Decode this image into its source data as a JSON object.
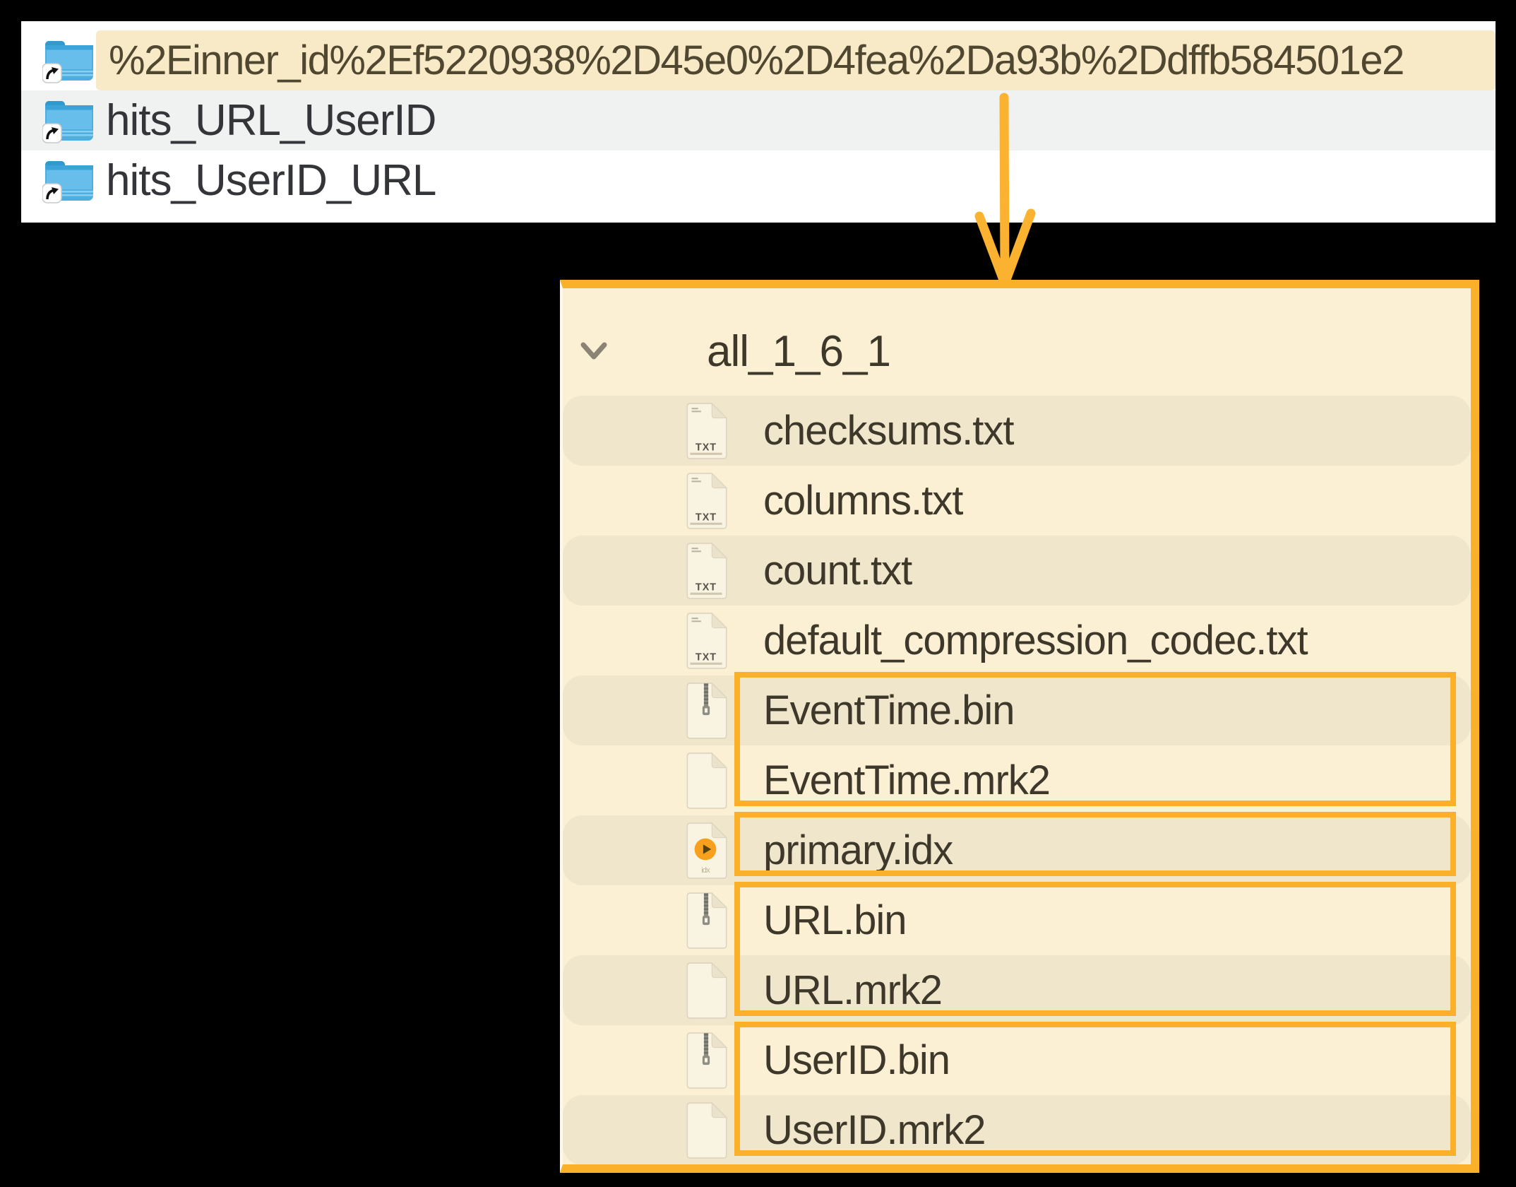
{
  "finder": {
    "rows": [
      {
        "label": "%2Einner_id%2Ef5220938%2D45e0%2D4fea%2Da93b%2Ddffb584501e2",
        "icon": "folder-alias-icon",
        "highlighted": true
      },
      {
        "label": "hits_URL_UserID",
        "icon": "folder-alias-icon",
        "highlighted": false
      },
      {
        "label": "hits_UserID_URL",
        "icon": "folder-alias-icon",
        "highlighted": false
      }
    ]
  },
  "part_panel": {
    "disclosure_icon": "chevron-down-icon",
    "folder_icon": "folder-icon",
    "folder_label": "all_1_6_1",
    "files": [
      {
        "label": "checksums.txt",
        "icon": "txt-file-icon"
      },
      {
        "label": "columns.txt",
        "icon": "txt-file-icon"
      },
      {
        "label": "count.txt",
        "icon": "txt-file-icon"
      },
      {
        "label": "default_compression_codec.txt",
        "icon": "txt-file-icon"
      },
      {
        "label": "EventTime.bin",
        "icon": "bin-file-icon"
      },
      {
        "label": "EventTime.mrk2",
        "icon": "mrk2-file-icon"
      },
      {
        "label": "primary.idx",
        "icon": "idx-file-icon"
      },
      {
        "label": "URL.bin",
        "icon": "bin-file-icon"
      },
      {
        "label": "URL.mrk2",
        "icon": "mrk2-file-icon"
      },
      {
        "label": "UserID.bin",
        "icon": "bin-file-icon"
      },
      {
        "label": "UserID.mrk2",
        "icon": "mrk2-file-icon"
      }
    ],
    "highlight_groups": [
      {
        "files": [
          "EventTime.bin",
          "EventTime.mrk2"
        ],
        "start": 4,
        "end": 5
      },
      {
        "files": [
          "primary.idx"
        ],
        "start": 6,
        "end": 6
      },
      {
        "files": [
          "URL.bin",
          "URL.mrk2"
        ],
        "start": 7,
        "end": 8
      },
      {
        "files": [
          "UserID.bin",
          "UserID.mrk2"
        ],
        "start": 9,
        "end": 10
      }
    ]
  },
  "annotations": {
    "arrow": "orange arrow from selected inner_id folder down to part contents panel"
  },
  "colors": {
    "accent_orange": "#FBB02A",
    "selected_row_cream": "#F8E9C7",
    "finder_alt_row_gray": "#F0F2F1",
    "panel_cream": "#FBEFD4",
    "panel_alt_row": "#EFE6CB",
    "folder_blue": "#4FAEE0",
    "idx_disc_orange": "#F6A01D"
  }
}
